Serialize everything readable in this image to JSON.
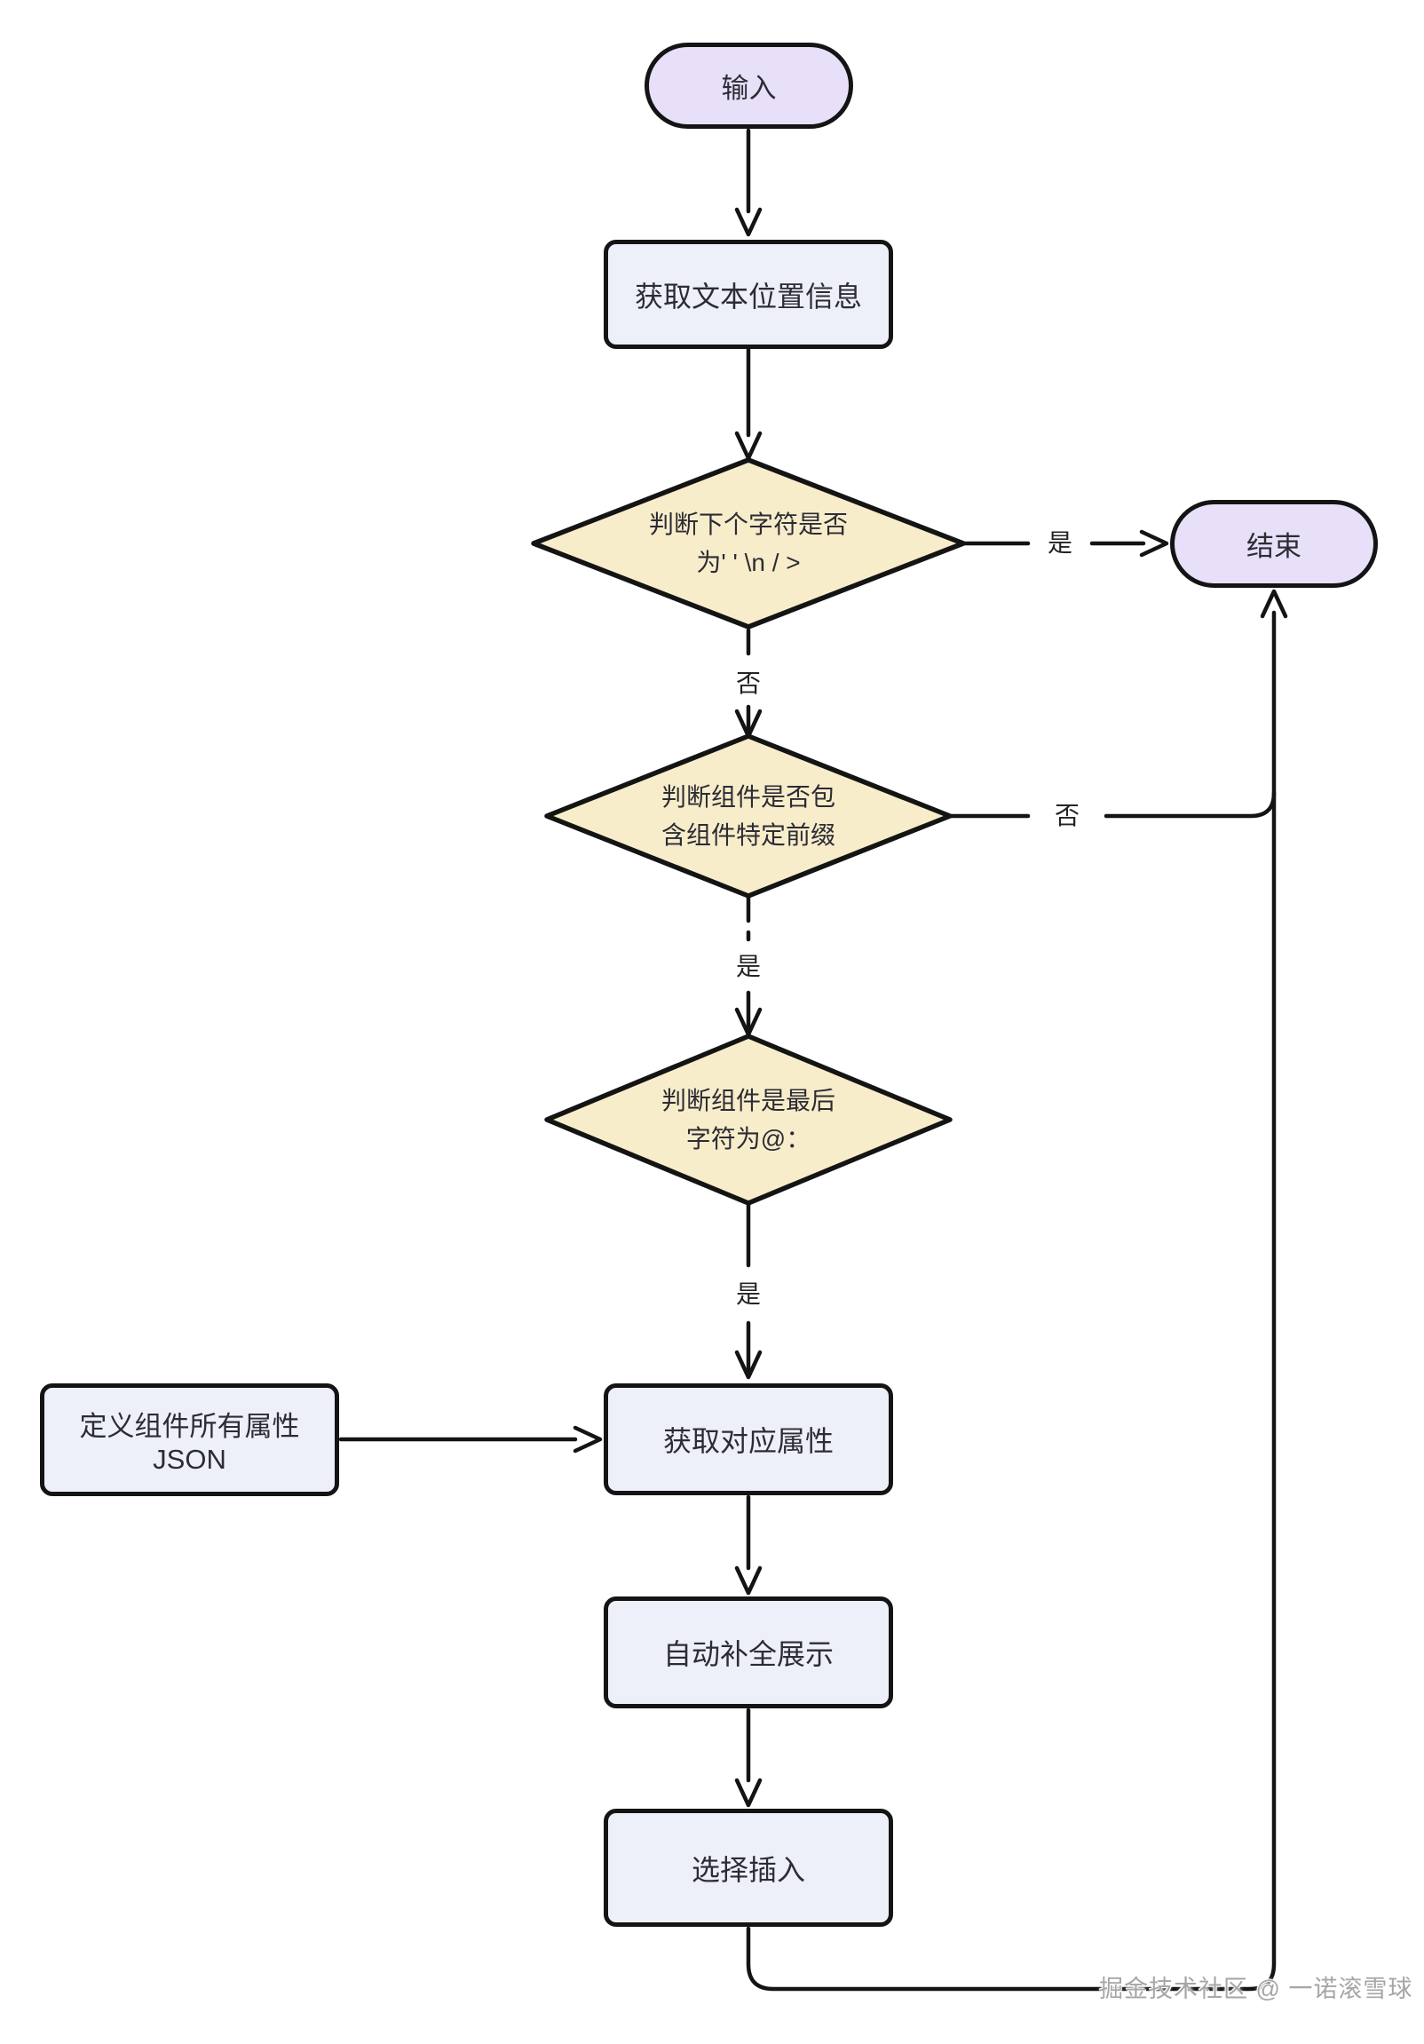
{
  "nodes": {
    "start": {
      "label": "输入"
    },
    "get_text_position": {
      "label": "获取文本位置信息"
    },
    "decision_next_char": {
      "label": "判断下个字符是否\n为' ' \\n / >"
    },
    "end": {
      "label": "结束"
    },
    "decision_prefix": {
      "label": "判断组件是否包\n含组件特定前缀"
    },
    "decision_last_char": {
      "label": "判断组件是最后\n字符为@："
    },
    "define_json": {
      "label": "定义组件所有属性JSON"
    },
    "get_attrs": {
      "label": "获取对应属性"
    },
    "autocomplete_show": {
      "label": "自动补全展示"
    },
    "select_insert": {
      "label": "选择插入"
    }
  },
  "edge_labels": {
    "d1_yes": "是",
    "d1_no": "否",
    "d2_no": "否",
    "d2_yes": "是",
    "d3_yes": "是"
  },
  "watermark": "掘金技术社区 @ 一诺滚雪球",
  "colors": {
    "terminal_fill": "#e7e0f8",
    "process_fill": "#edf0f8",
    "decision_fill": "#f8edca",
    "stroke": "#141414",
    "watermark_text": "#a6a6a6"
  }
}
